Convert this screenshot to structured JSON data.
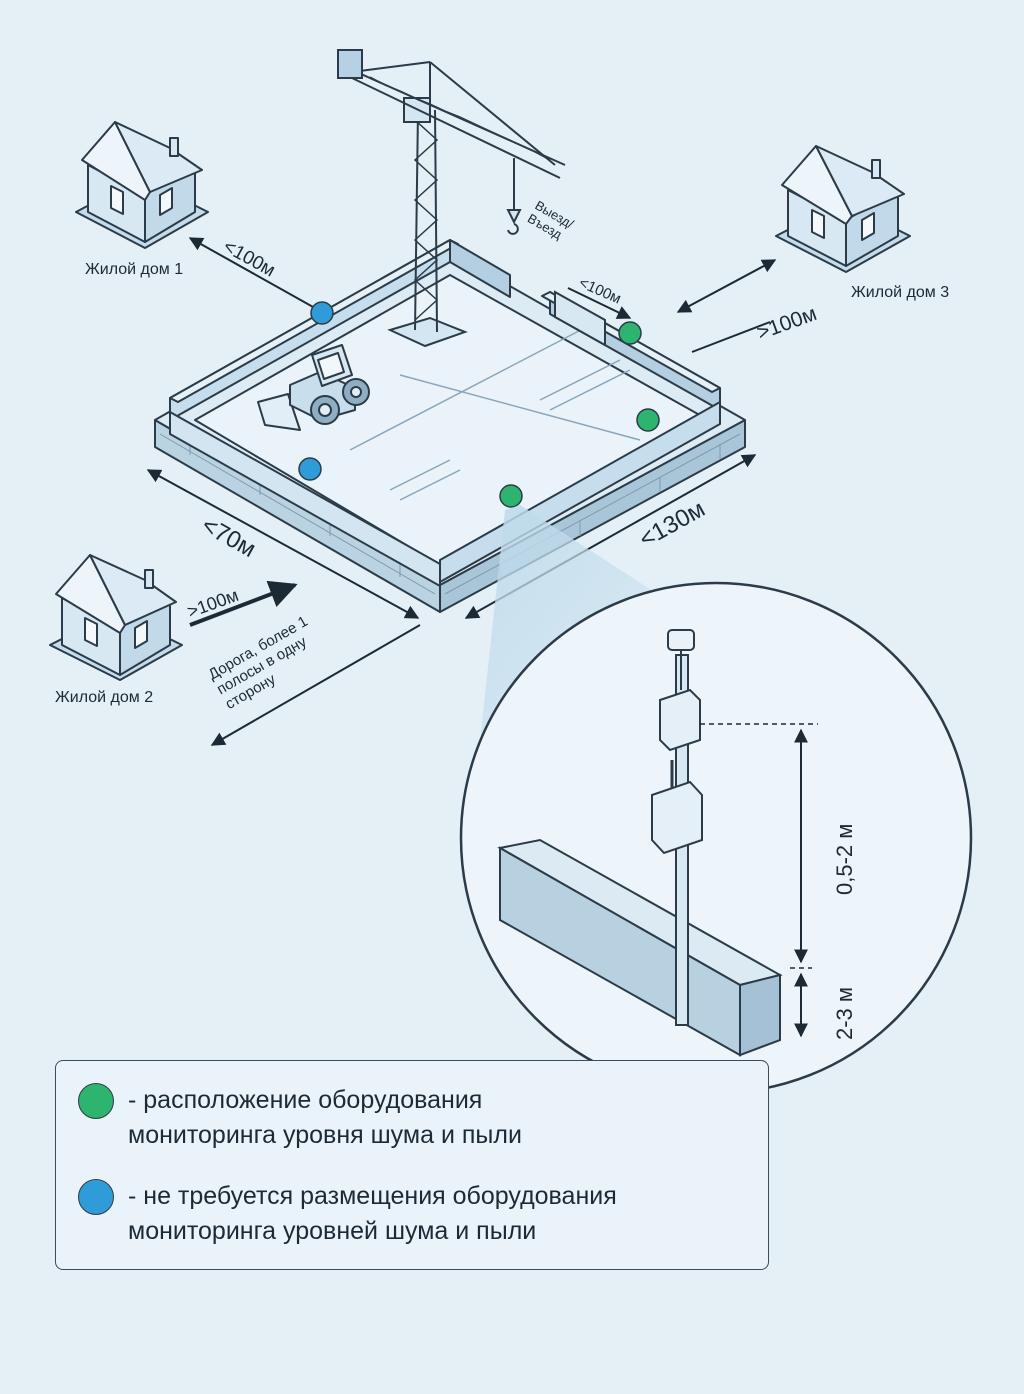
{
  "houses": {
    "house_1": "Жилой дом 1",
    "house_2": "Жилой дом 2",
    "house_3": "Жилой дом 3"
  },
  "distances": {
    "house_1": "<100м",
    "house_3_fence": "<100м",
    "house_3": ">100м",
    "house_2": ">100м",
    "side_short": "<70м",
    "side_long": "<130м"
  },
  "site": {
    "gate": "Выезд/\nВъезд",
    "road": "Дорога, более 1\nполосы в одну\nсторону"
  },
  "detail": {
    "height_sensor": "0,5-2 м",
    "height_fence": "2-3 м"
  },
  "legend": {
    "items": [
      {
        "marker": "green",
        "line1": "- расположение оборудования",
        "line2": "мониторинга уровня шума и пыли"
      },
      {
        "marker": "blue",
        "line1": "- не требуется размещения оборудования",
        "line2": "мониторинга уровней шума и пыли"
      }
    ]
  },
  "colors": {
    "green": "#2db46f",
    "blue": "#2f9bd8",
    "outline": "#2b3b48",
    "background": "#e4eff6"
  }
}
